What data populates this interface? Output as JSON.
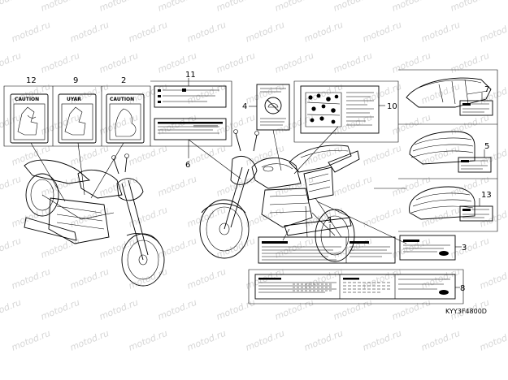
{
  "diagram": {
    "callouts": {
      "c1": "1",
      "c2": "2",
      "c3": "3",
      "c4": "4",
      "c5": "5",
      "c6": "6",
      "c7": "7",
      "c8": "8",
      "c9": "9",
      "c10": "10",
      "c11": "11",
      "c12": "12",
      "c13": "13"
    },
    "label_text": {
      "caution": "CAUTION",
      "uyar": "UYAR"
    },
    "code": "KYY3F4800D",
    "watermark": "motod.ru"
  }
}
